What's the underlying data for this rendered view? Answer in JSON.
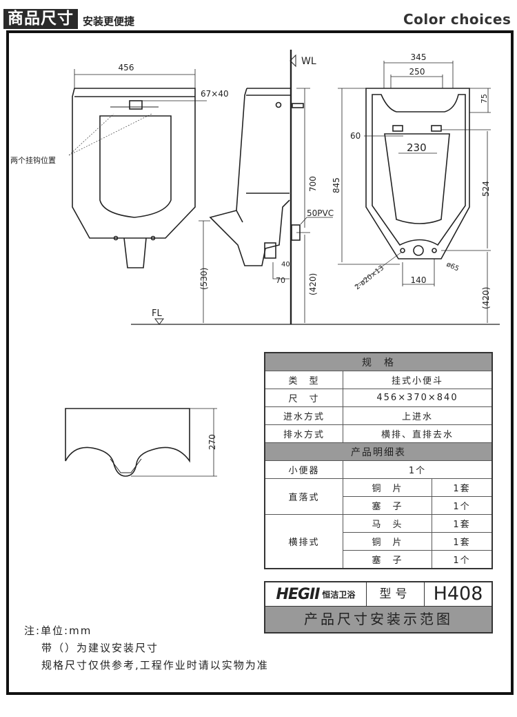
{
  "header": {
    "title": "商品尺寸",
    "subtitle": "安装更便捷",
    "right_title": "Color choices"
  },
  "drawing": {
    "front": {
      "width": "456",
      "hook_label": "两个挂钩位置",
      "hole": "67×40",
      "floor": "FL",
      "height_530": "(530)"
    },
    "side": {
      "wall": "WL",
      "h700": "700",
      "pipe": "50PVC",
      "d40": "40",
      "d70": "70",
      "h420": "(420)"
    },
    "back": {
      "w345": "345",
      "w250": "250",
      "h75": "75",
      "d60": "60",
      "w230": "230",
      "h845": "845",
      "h524": "524",
      "holes": "2-ø20×13",
      "dia": "ø65",
      "w140": "140",
      "h420": "(420)"
    },
    "top": {
      "h270": "270"
    }
  },
  "spec_table": {
    "title": "规　格",
    "rows": [
      {
        "label": "类　型",
        "value": "挂式小便斗"
      },
      {
        "label": "尺　寸",
        "value": "456×370×840"
      },
      {
        "label": "进水方式",
        "value": "上进水"
      },
      {
        "label": "排水方式",
        "value": "横排、直排去水"
      }
    ],
    "detail_title": "产品明细表",
    "urinal": {
      "label": "小便器",
      "qty": "1个"
    },
    "groups": [
      {
        "label": "直落式",
        "items": [
          {
            "name": "铜　片",
            "qty": "1套"
          },
          {
            "name": "塞　子",
            "qty": "1个"
          }
        ]
      },
      {
        "label": "横排式",
        "items": [
          {
            "name": "马　头",
            "qty": "1套"
          },
          {
            "name": "铜　片",
            "qty": "1套"
          },
          {
            "name": "塞　子",
            "qty": "1个"
          }
        ]
      }
    ]
  },
  "brand": {
    "logo_en": "HEGII",
    "logo_cn": "恒洁卫浴",
    "model_label": "型号",
    "model": "H408",
    "caption": "产品尺寸安装示范图"
  },
  "notes": [
    "注:单位:mm",
    "带（）为建议安装尺寸",
    "规格尺寸仅供参考,工程作业时请以实物为准"
  ]
}
